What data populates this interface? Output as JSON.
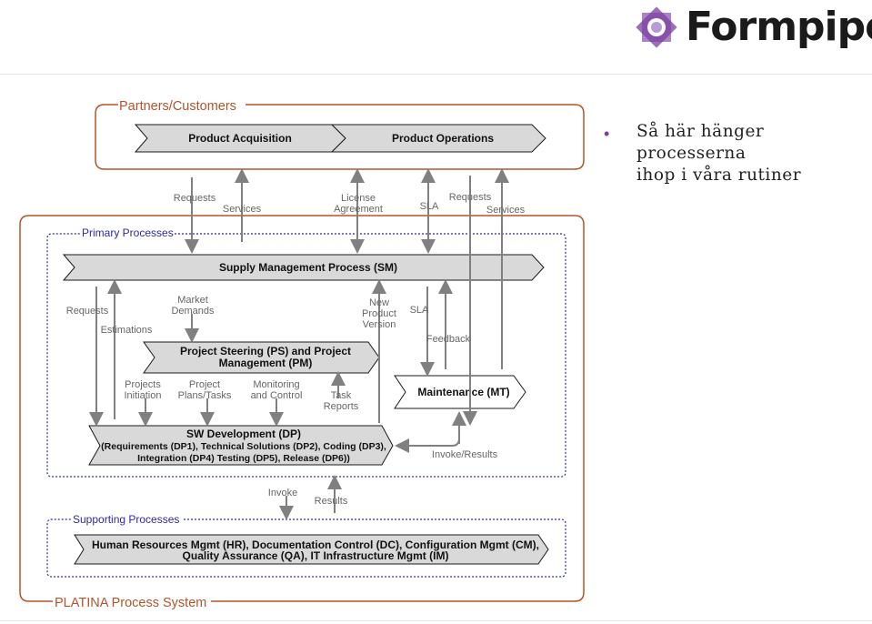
{
  "logo": {
    "name": "Formpipe",
    "dot": "."
  },
  "bullet": {
    "text_line1": "Så här hänger processerna",
    "text_line2": "ihop i våra rutiner"
  },
  "groups": {
    "partners": "Partners/Customers",
    "primary": "Primary Processes",
    "supporting": "Supporting Processes",
    "platina": "PLATINA Process System"
  },
  "boxes": {
    "product_acquisition": "Product Acquisition",
    "product_operations": "Product Operations",
    "supply_management": "Supply Management Process (SM)",
    "project_steering_1": "Project Steering (PS) and Project",
    "project_steering_2": "Management (PM)",
    "maintenance": "Maintenance (MT)",
    "sw_dev_1": "SW Development (DP)",
    "sw_dev_2": "(Requirements (DP1), Technical Solutions (DP2), Coding (DP3),",
    "sw_dev_3": "Integration (DP4) Testing (DP5), Release (DP6))",
    "hr_1": "Human Resources Mgmt (HR), Documentation Control (DC), Configuration Mgmt (CM),",
    "hr_2": "Quality Assurance (QA), IT Infrastructure Mgmt (IM)"
  },
  "labels": {
    "requests_top": "Requests",
    "services_top": "Services",
    "license_1": "License",
    "license_2": "Agreement",
    "sla_top": "SLA",
    "requests_top2": "Requests",
    "services_top2": "Services",
    "requests_left": "Requests",
    "estimations": "Estimations",
    "market_1": "Market",
    "market_2": "Demands",
    "new_1": "New",
    "new_2": "Product",
    "new_3": "Version",
    "sla_mid": "SLA",
    "feedback": "Feedback",
    "projects_1": "Projects",
    "projects_2": "Initiation",
    "plans_1": "Project",
    "plans_2": "Plans/Tasks",
    "monitor_1": "Monitoring",
    "monitor_2": "and Control",
    "task_1": "Task",
    "task_2": "Reports",
    "invoke_results": "Invoke/Results",
    "invoke": "Invoke",
    "results": "Results"
  },
  "colors": {
    "group_border": "#b5532a",
    "dashed_border": "#2a2aa8",
    "box_fill": "#d9d9d9",
    "arrow": "#808080",
    "purple": "#7a3fa0"
  }
}
